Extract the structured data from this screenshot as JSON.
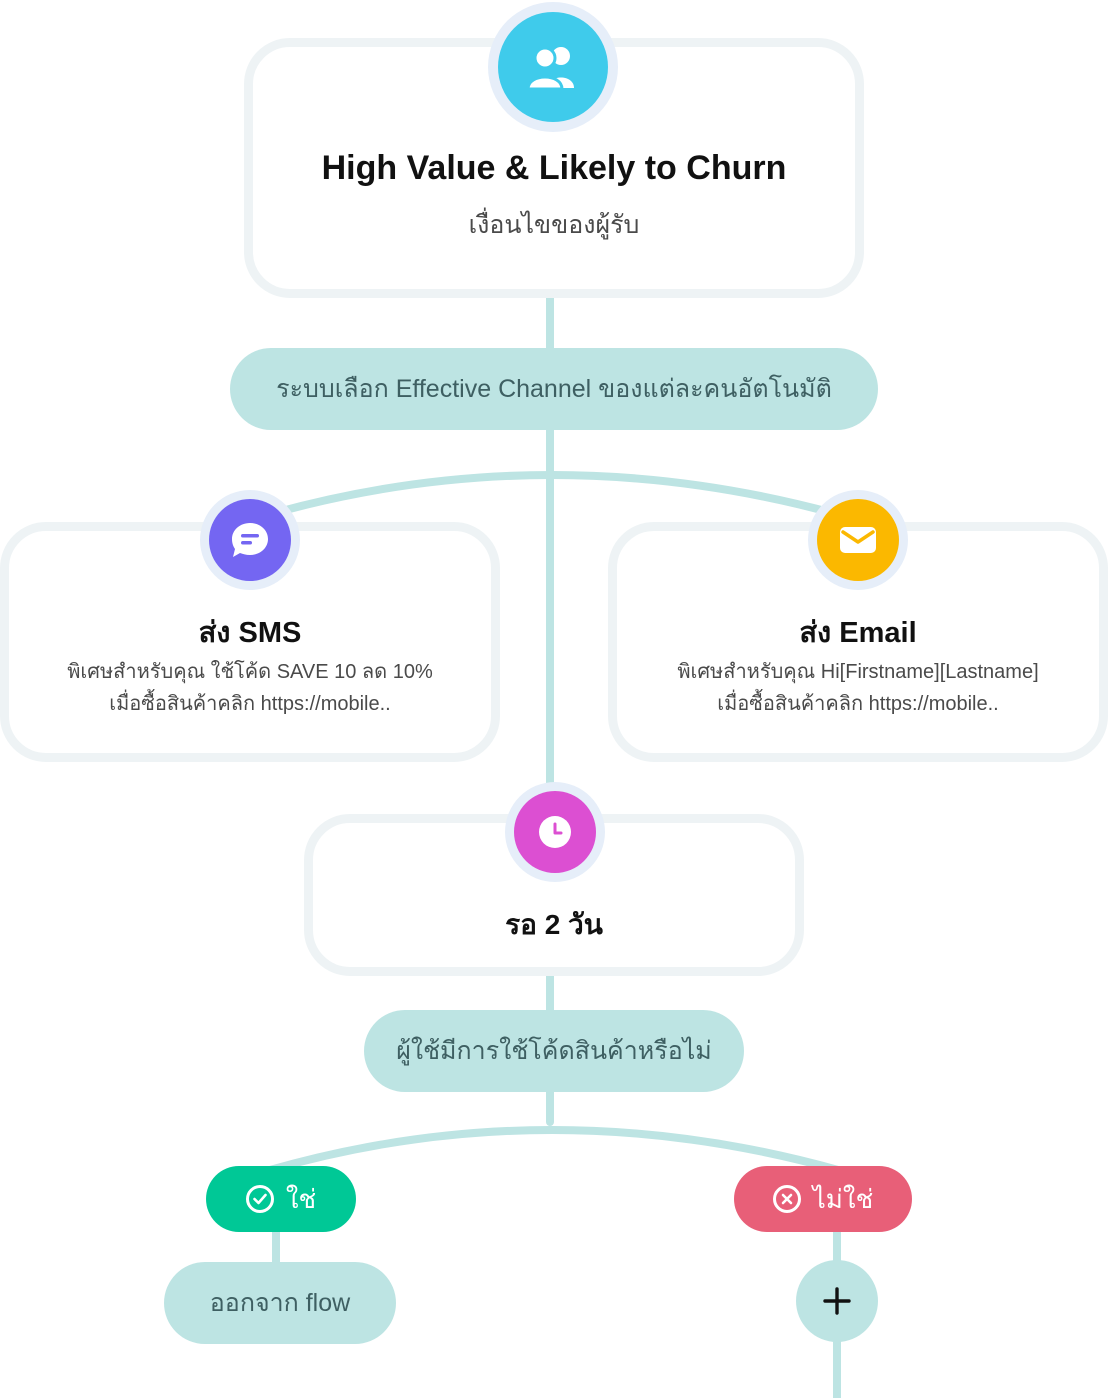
{
  "trigger": {
    "icon": "users-icon",
    "title": "High Value & Likely to Churn",
    "subtitle": "เงื่อนไขของผู้รับ"
  },
  "channel_selector": {
    "label": "ระบบเลือก Effective Channel ของแต่ละคนอัตโนมัติ"
  },
  "sms_card": {
    "icon": "chat-icon",
    "title": "ส่ง SMS",
    "line1": "พิเศษสำหรับคุณ ใช้โค้ด SAVE 10 ลด 10%",
    "line2": "เมื่อซื้อสินค้าคลิก https://mobile.."
  },
  "email_card": {
    "icon": "mail-icon",
    "title": "ส่ง Email",
    "line1": "พิเศษสำหรับคุณ Hi[Firstname][Lastname]",
    "line2": "เมื่อซื้อสินค้าคลิก https://mobile.."
  },
  "wait_card": {
    "icon": "clock-icon",
    "title": "รอ 2 วัน"
  },
  "condition": {
    "label": "ผู้ใช้มีการใช้โค้ดสินค้าหรือไม่"
  },
  "yes_branch": {
    "icon": "check-circle-icon",
    "label": "ใช่",
    "action_label": "ออกจาก flow"
  },
  "no_branch": {
    "icon": "x-circle-icon",
    "label": "ไม่ใช่",
    "add_icon": "plus-icon"
  },
  "colors": {
    "connector": "#bde4e3",
    "trigger_icon": "#3fcbeb",
    "sms_icon": "#7466f2",
    "email_icon": "#fbb800",
    "wait_icon": "#dc4fd2",
    "yes_badge": "#00c896",
    "no_badge": "#e85f78"
  }
}
